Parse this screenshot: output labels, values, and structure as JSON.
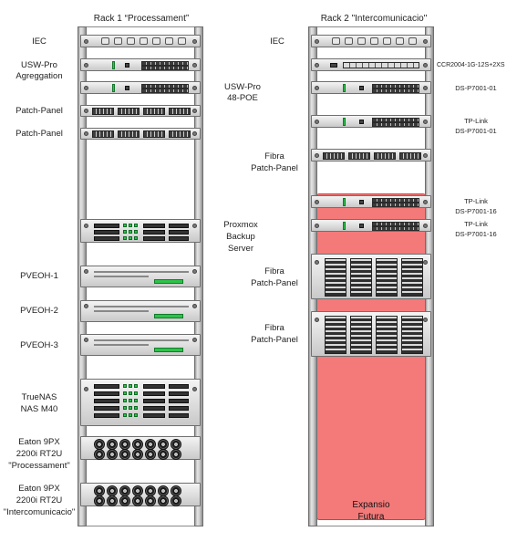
{
  "rack1": {
    "title": "Rack 1 “Processament”",
    "labels": {
      "iec": "IEC",
      "usw_agg_1": "USW-Pro",
      "usw_agg_2": "Agreggation",
      "patch1": "Patch-Panel",
      "patch2": "Patch-Panel",
      "usw48_1": "USW-Pro",
      "usw48_2": "48-POE",
      "proxmox_1": "Proxmox",
      "proxmox_2": "Backup",
      "proxmox_3": "Server",
      "pveoh1": "PVEOH-1",
      "pveoh2": "PVEOH-2",
      "pveoh3": "PVEOH-3",
      "truenas_1": "TrueNAS",
      "truenas_2": "NAS M40",
      "eaton1_1": "Eaton 9PX",
      "eaton1_2": "2200i RT2U",
      "eaton1_3": "\"Processament\"",
      "eaton2_1": "Eaton 9PX",
      "eaton2_2": "2200i RT2U",
      "eaton2_3": "\"Intercomunicacio\""
    }
  },
  "rack2": {
    "title": "Rack 2 \"Intercomunicacio\"",
    "labels": {
      "iec": "IEC",
      "ccr": "CCR2004-1G-12S+2XS",
      "ds01": "DS-P7001-01",
      "tplink1_1": "TP-Link",
      "tplink1_2": "DS-P7001-01",
      "fibra1_1": "Fibra",
      "fibra1_2": "Patch-Panel",
      "tplink2_1": "TP-Link",
      "tplink2_2": "DS-P7001-16",
      "tplink3_1": "TP-Link",
      "tplink3_2": "DS-P7001-16",
      "fibra2_1": "Fibra",
      "fibra2_2": "Patch-Panel",
      "fibra3_1": "Fibra",
      "fibra3_2": "Patch-Panel",
      "expansio_1": "Expansio",
      "expansio_2": "Futura"
    }
  },
  "colors": {
    "expansion_zone": "#f47a7a",
    "status_green": "#2ec24b"
  }
}
